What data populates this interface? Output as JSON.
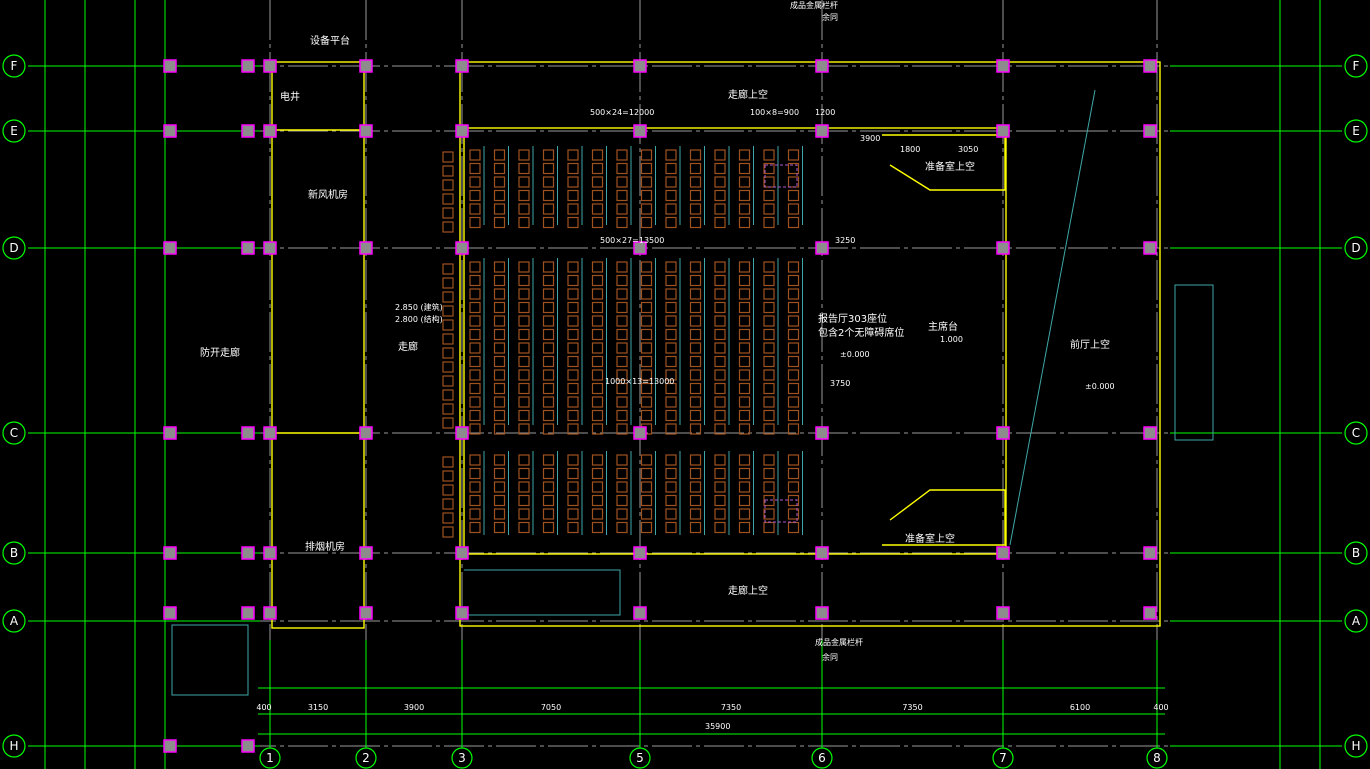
{
  "drawing": {
    "background": "#000000",
    "colors": {
      "grid_line": "#00ff00",
      "axis_line": "#9a9a9a",
      "wall": "#ffff00",
      "column_outline": "#ff00ff",
      "column_fill": "#8c8c8c",
      "seat": "#a0521e",
      "fixture": "#3fa7a7"
    },
    "axes_columns": [
      "1",
      "2",
      "3",
      "5",
      "6",
      "7",
      "8"
    ],
    "axes_rows": [
      "F",
      "E",
      "D",
      "C",
      "B",
      "A",
      "H"
    ],
    "rooms": {
      "corridor_void_top": "走廊上空",
      "corridor_void_bottom": "走廊上空",
      "prep_room_void_top": "准备室上空",
      "prep_room_void_bottom": "准备室上空",
      "rostrum": "主席台",
      "rostrum_level": "1.000",
      "hall": "报告厅303座位",
      "hall_note": "包含2个无障碍席位",
      "hall_level": "±0.000",
      "lobby_void": "前厅上空",
      "lobby_level": "±0.000",
      "corridor": "走廊",
      "fresh_air_room": "新风机房",
      "smoke_exhaust_room": "排烟机房",
      "electric_shaft": "电井",
      "open_corridor": "防开走廊",
      "equipment_platform": "设备平台",
      "railing": "成品金属栏杆",
      "railing_same": "余同",
      "railing_bottom": "成品金属栏杆",
      "railing_bottom_same": "余同",
      "level_a": "2.850 (建筑)",
      "level_b": "2.800 (结构)"
    },
    "dimensions": {
      "steps_top": "500×24=12000",
      "steps_top2": "100×8=900",
      "steps_top3": "1200",
      "row_mid": "500×27=13500",
      "mid_right": "3250",
      "row_low": "1000×13=13000",
      "low_right": "3750",
      "d3900": "3900",
      "d1800": "1800",
      "d3050": "3050",
      "total": "35900",
      "axis_spans": [
        "400",
        "3150",
        "3900",
        "7050",
        "7350",
        "7350",
        "6100",
        "400"
      ]
    }
  }
}
